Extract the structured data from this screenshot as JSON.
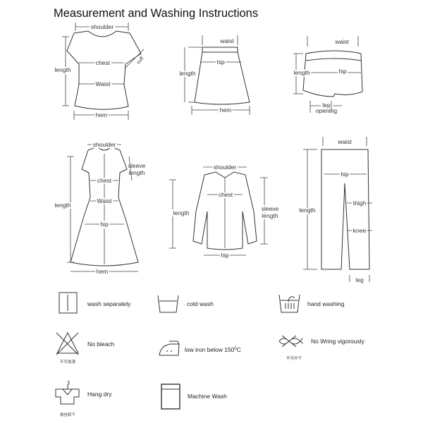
{
  "title": "Measurement and Washing Instructions",
  "garments": {
    "tshirt": {
      "shoulder": "shoulder",
      "chest": "chest",
      "waist": "Waist",
      "hem": "hem",
      "length": "length",
      "cuff": "cuff"
    },
    "skirt": {
      "waist": "waist",
      "hip": "hip",
      "length": "length",
      "hem": "hem"
    },
    "shorts": {
      "waist": "waist",
      "hip": "hip",
      "length": "length",
      "leg_opening_1": "lep",
      "leg_opening_2": "opening"
    },
    "dress": {
      "shoulder": "shoulder",
      "sleeve_1": "sleeve",
      "sleeve_2": "length",
      "chest": "chest",
      "waist": "Waist",
      "hip": "hip",
      "length": "length",
      "hem": "hem"
    },
    "blouse": {
      "shoulder": "shoulder",
      "chest": "chest",
      "length": "length",
      "sleeve_1": "sleeve",
      "sleeve_2": "length",
      "hip": "hip"
    },
    "pants": {
      "waist": "waist",
      "hip": "hip",
      "thigh": "thigh",
      "knee": "knee",
      "length": "length",
      "leg": "leg"
    }
  },
  "care": [
    {
      "icon": "wash-separately-icon",
      "label": "wash separately"
    },
    {
      "icon": "cold-wash-icon",
      "label": "cold wash"
    },
    {
      "icon": "hand-wash-icon",
      "label": "hand washing"
    },
    {
      "icon": "no-bleach-icon",
      "label": "No bleach",
      "sub": "不可氯漂"
    },
    {
      "icon": "low-iron-icon",
      "label": "low iron below 150",
      "sup": "0",
      "unit": "C"
    },
    {
      "icon": "no-wring-icon",
      "label": "No Wring vigorously",
      "sub": "不可拧干"
    },
    {
      "icon": "hang-dry-icon",
      "label": "Hang dry",
      "sub": "悬挂晾干"
    },
    {
      "icon": "machine-wash-icon",
      "label": "Machine Wash"
    }
  ]
}
